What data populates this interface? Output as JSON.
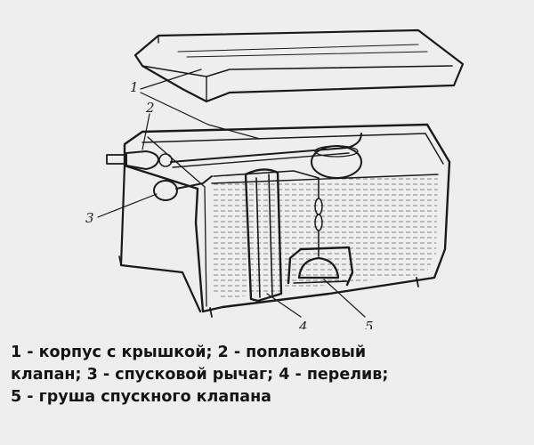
{
  "callouts": {
    "n1": "1",
    "n2": "2",
    "n3": "3",
    "n4": "4",
    "n5": "5"
  },
  "caption": {
    "line1": "1 - корпус с крышкой; 2 - поплавковый",
    "line2": "клапан; 3 - спусковой рычаг; 4 - перелив;",
    "line3": "5 - груша спускного клапана"
  },
  "colors": {
    "background": "#eeeeee",
    "ink": "#1a1a1a"
  }
}
